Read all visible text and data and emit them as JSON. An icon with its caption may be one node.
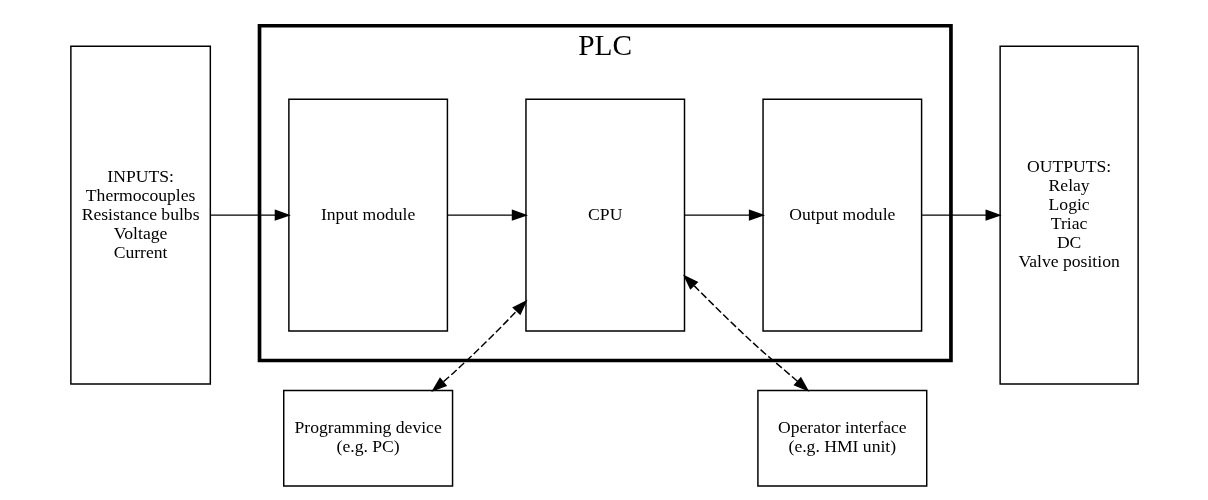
{
  "diagram": {
    "nodes": [
      {
        "text": [
          "INPUTS:",
          "Thermocouples",
          "Resistance bulbs",
          "Voltage",
          "Current"
        ]
      },
      {
        "text": [
          "PLC"
        ]
      },
      {
        "text": [
          "Input module"
        ],
        "in": 1
      },
      {
        "text": [
          "CPU"
        ],
        "in": 1
      },
      {
        "text": [
          "Output module"
        ],
        "in": 1
      },
      {
        "text": [
          "OUTPUTS:",
          "Relay",
          "Logic",
          "Triac",
          "DC",
          "Valve position"
        ]
      },
      {
        "text": [
          "Programming device",
          "(e.g. PC)"
        ]
      },
      {
        "text": [
          "Operator interface",
          "(e.g. HMI unit)"
        ]
      }
    ],
    "edges": [
      {
        "from": 0,
        "to": 2,
        "arrow": "to"
      },
      {
        "from": 2,
        "to": 3,
        "arrow": "to"
      },
      {
        "from": 3,
        "to": 4,
        "arrow": "to"
      },
      {
        "from": 4,
        "to": 5,
        "arrow": "to"
      },
      {
        "from": 6,
        "to": 3,
        "arrow": "both",
        "style": "dashed"
      },
      {
        "from": 7,
        "to": 3,
        "arrow": "both",
        "style": "dashed"
      }
    ]
  }
}
